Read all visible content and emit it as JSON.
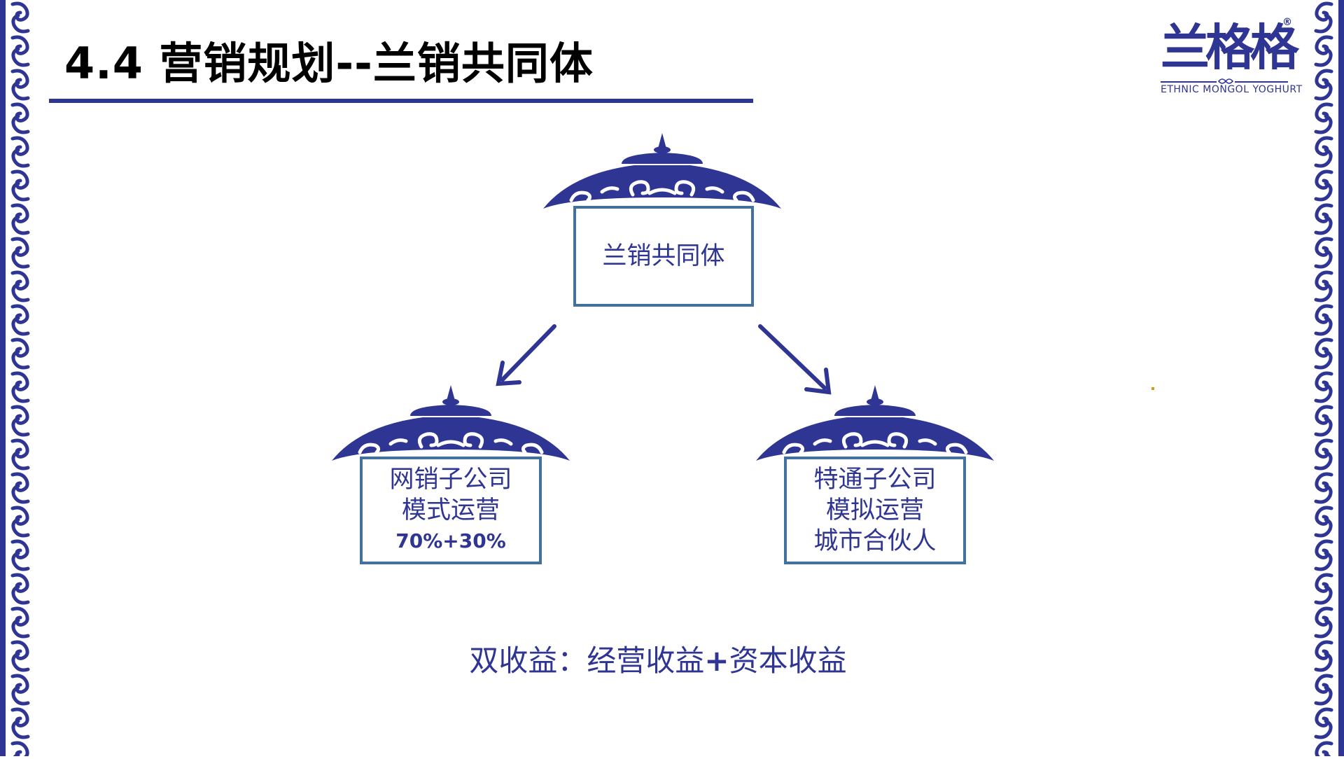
{
  "slide": {
    "title": "4.4 营销规划--兰销共同体",
    "colors": {
      "primary": "#2f3593",
      "box_border": "#41719c",
      "accent_dot": "#d4a000"
    }
  },
  "logo": {
    "mark": "兰格格",
    "registered": "®",
    "tagline": "ETHNIC MONGOL YOGHURT"
  },
  "diagram": {
    "top": {
      "lines": [
        "兰销共同体"
      ]
    },
    "left": {
      "lines": [
        "网销子公司",
        "模式运营",
        "70%+30%"
      ]
    },
    "right": {
      "lines": [
        "特通子公司",
        "模拟运营",
        "城市合伙人"
      ]
    }
  },
  "footer": {
    "prefix": "双收益：经营收益",
    "plus": "+",
    "suffix": "资本收益"
  },
  "icons": [
    "scroll-border-pattern",
    "yurt-roof-icon",
    "arrow-icon",
    "endless-knot-icon"
  ]
}
